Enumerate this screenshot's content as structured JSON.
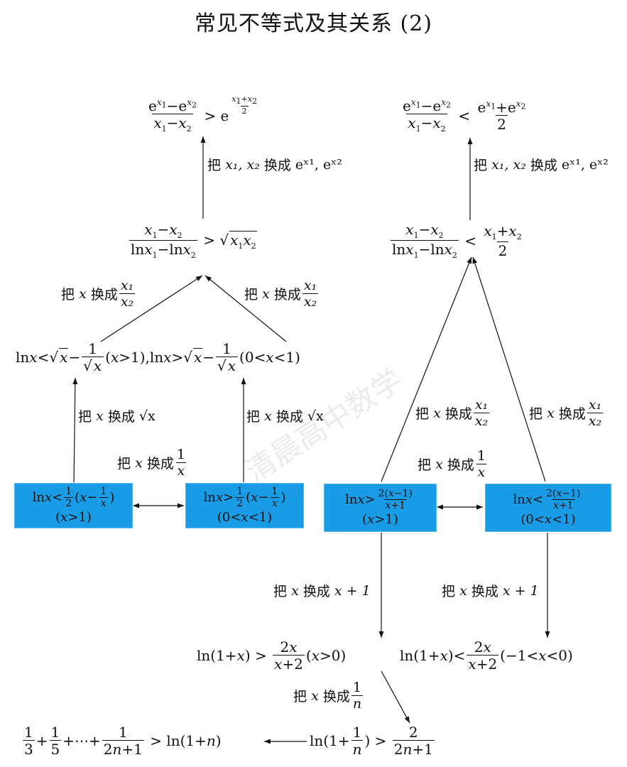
{
  "title": "常见不等式及其关系 (2)",
  "watermark": "清晨高中数学",
  "labels": {
    "ba": "把",
    "huancheng": "换成",
    "x": "x",
    "x1x2_pair": "x₁, x₂",
    "ex_pair": "eˣ¹, eˣ²",
    "sqrtx": "√x",
    "one": "1",
    "n": "n",
    "x1": "x₁",
    "x2": "x₂",
    "xplus1": "x + 1"
  },
  "formulas": {
    "top_left": "(eˣ¹ − eˣ²)/(x₁ − x₂) > e^((x₁+x₂)/2)",
    "top_right": "(eˣ¹ − eˣ²)/(x₁ − x₂) < (eˣ¹ + eˣ²)/2",
    "mid_left": "(x₁ − x₂)/(lnx₁ − lnx₂) > √(x₁x₂)",
    "mid_right": "(x₁ − x₂)/(lnx₁ − lnx₂) < (x₁ + x₂)/2",
    "row_left": "lnx < √x − 1/√x (x > 1), lnx > √x − 1/√x (0 < x < 1)",
    "box1": "lnx < ½(x − 1/x) (x > 1)",
    "box2": "lnx > ½(x − 1/x) (0 < x < 1)",
    "box3": "lnx > 2(x−1)/(x+1) (x > 1)",
    "box4": "lnx < 2(x−1)/(x+1) (0 < x < 1)",
    "ln_left": "ln(1+x) > 2x/(x+2) (x > 0)",
    "ln_right": "ln(1+x) < 2x/(x+2) (−1 < x < 0)",
    "bottom_right": "ln(1 + 1/n) > 2/(2n+1)",
    "bottom_left": "1/3 + 1/5 + ⋯ + 1/(2n+1) > ln(1+n)"
  }
}
